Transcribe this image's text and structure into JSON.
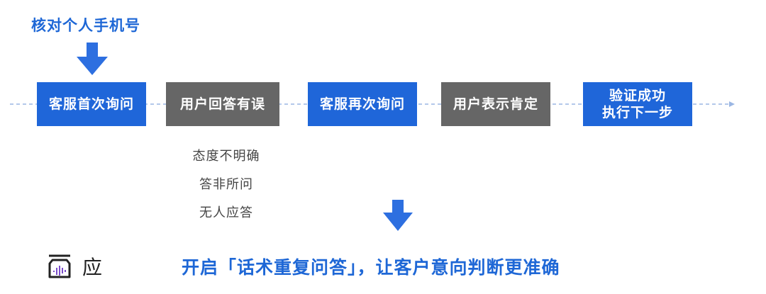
{
  "top_label": "核对个人手机号",
  "steps": [
    {
      "lines": [
        "客服首次询问"
      ],
      "color": "#1f66d9"
    },
    {
      "lines": [
        "用户回答有误"
      ],
      "color": "#666666"
    },
    {
      "lines": [
        "客服再次询问"
      ],
      "color": "#1f66d9"
    },
    {
      "lines": [
        "用户表示肯定"
      ],
      "color": "#666666"
    },
    {
      "lines": [
        "验证成功",
        "执行下一步"
      ],
      "color": "#1f66d9"
    }
  ],
  "error_reasons": [
    "态度不明确",
    "答非所问",
    "无人应答"
  ],
  "conclusion": "开启「话术重复问答」，让客户意向判断更准确",
  "logo": {
    "text": "应",
    "icon": "logo-mark-icon"
  },
  "colors": {
    "accent": "#1e67d6",
    "step_blue": "#1f66d9",
    "step_gray": "#666666",
    "arrow": "#2d6fe0",
    "line": "#9ab6e3"
  }
}
